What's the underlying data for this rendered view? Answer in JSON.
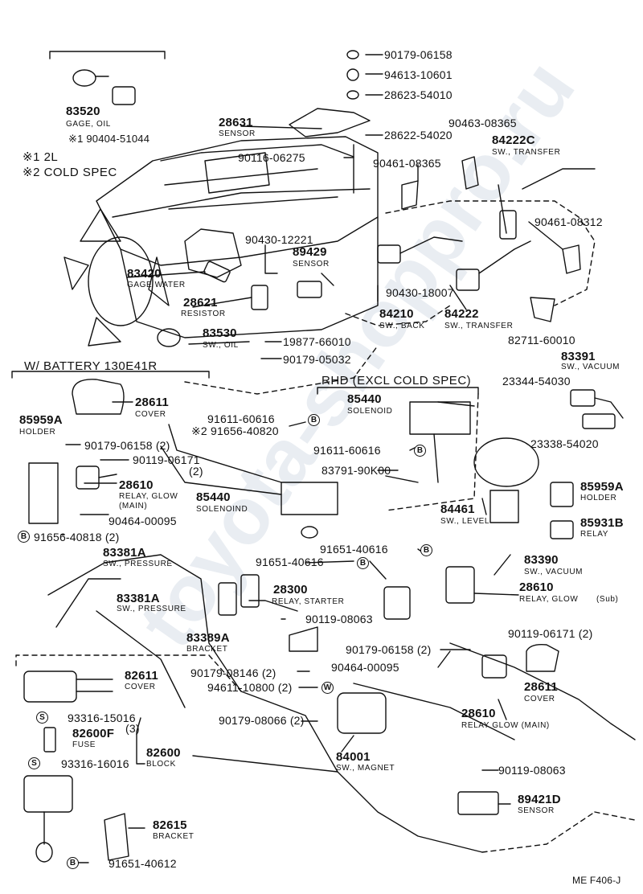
{
  "watermark": "toyota-shoppro.ru",
  "footnotes": {
    "n1": "※1 2L",
    "n2": "※2 COLD SPEC"
  },
  "sections": {
    "battery": "W/ BATTERY 130E41R",
    "rhd": "RHD (EXCL COLD SPEC)"
  },
  "ref_code": "ME  F406-J",
  "symbols": {
    "b": "B",
    "w": "W",
    "s": "S"
  },
  "parts": {
    "p83520": {
      "num": "83520",
      "name": "GAGE, OIL"
    },
    "p190404": {
      "num": "※1 90404-51044"
    },
    "p90179_06158_top": {
      "num": "90179-06158"
    },
    "p94613": {
      "num": "94613-10601"
    },
    "p28623": {
      "num": "28623-54010"
    },
    "p28631": {
      "num": "28631",
      "name": "SENSOR"
    },
    "p28622": {
      "num": "28622-54020"
    },
    "p90463": {
      "num": "90463-08365"
    },
    "p84222c": {
      "num": "84222C",
      "name": "SW., TRANSFER"
    },
    "p90116": {
      "num": "90116-06275"
    },
    "p90461_08365": {
      "num": "90461-08365"
    },
    "p90461_08312": {
      "num": "90461-08312"
    },
    "p90430_12221": {
      "num": "90430-12221"
    },
    "p89429": {
      "num": "89429",
      "name": "SENSOR"
    },
    "p83420": {
      "num": "83420",
      "name": "GAGE WATER"
    },
    "p90430_18007": {
      "num": "90430-18007"
    },
    "p28621": {
      "num": "28621",
      "name": "RESISTOR"
    },
    "p84210": {
      "num": "84210",
      "name": "SW., BACK"
    },
    "p84222": {
      "num": "84222",
      "name": "SW., TRANSFER"
    },
    "p83530": {
      "num": "83530",
      "name": "SW., OIL"
    },
    "p19877": {
      "num": "19877-66010"
    },
    "p82711": {
      "num": "82711-60010"
    },
    "p90179_05032": {
      "num": "90179-05032"
    },
    "p83391": {
      "num": "83391",
      "name": "SW., VACUUM"
    },
    "p23344": {
      "num": "23344-54030"
    },
    "p28611_top": {
      "num": "28611",
      "name": "COVER"
    },
    "p85440_top": {
      "num": "85440",
      "name": "SOLENOID"
    },
    "p85959a_left": {
      "num": "85959A",
      "name": "HOLDER"
    },
    "p91611_60616_a": {
      "num": "91611-60616"
    },
    "p91656_40820": {
      "num": "※2 91656-40820"
    },
    "p23338": {
      "num": "23338-54020"
    },
    "p90179_06158_2": {
      "num": "90179-06158 (2)"
    },
    "p91611_60616_b": {
      "num": "91611-60616"
    },
    "p90119_06171": {
      "num": "90119-06171",
      "qty": "(2)"
    },
    "p83791": {
      "num": "83791-90K00"
    },
    "p28610_main": {
      "num": "28610",
      "name": "RELAY, GLOW",
      "name2": "(MAIN)"
    },
    "p85440_left": {
      "num": "85440",
      "name": "SOLENOIND"
    },
    "p85959a_right": {
      "num": "85959A",
      "name": "HOLDER"
    },
    "p84461": {
      "num": "84461",
      "name": "SW., LEVEL"
    },
    "p90464_00095": {
      "num": "90464-00095"
    },
    "p85931b": {
      "num": "85931B",
      "name": "RELAY"
    },
    "p91656_40818": {
      "num": "91656-40818 (2)"
    },
    "p91651_40616_a": {
      "num": "91651-40616"
    },
    "p83381a_top": {
      "num": "83381A",
      "name": "SW., PRESSURE"
    },
    "p91651_40616_b": {
      "num": "91651-40616"
    },
    "p83390": {
      "num": "83390",
      "name": "SW., VACUUM"
    },
    "p28300": {
      "num": "28300",
      "name": "RELAY, STARTER"
    },
    "p28610_sub": {
      "num": "28610",
      "name": "RELAY, GLOW",
      "name2": "(Sub)"
    },
    "p83381a_left": {
      "num": "83381A",
      "name": "SW., PRESSURE"
    },
    "p90119_08063_a": {
      "num": "90119-08063"
    },
    "p83389a": {
      "num": "83389A",
      "name": "BRACKET"
    },
    "p90179_06158_mid": {
      "num": "90179-06158 (2)"
    },
    "p90119_06171_r": {
      "num": "90119-06171 (2)"
    },
    "p82611": {
      "num": "82611",
      "name": "COVER"
    },
    "p90179_08146": {
      "num": "90179-08146 (2)"
    },
    "p90464_00095_b": {
      "num": "90464-00095"
    },
    "p94611": {
      "num": "94611-10800 (2)"
    },
    "p28611_right": {
      "num": "28611",
      "name": "COVER"
    },
    "p93316_15016": {
      "num": "93316-15016",
      "qty": "(3)"
    },
    "p90179_08066": {
      "num": "90179-08066 (2)"
    },
    "p28610_rmain": {
      "num": "28610",
      "name": "RELAY GLOW (MAIN)"
    },
    "p82600f": {
      "num": "82600F",
      "name": "FUSE"
    },
    "p82600": {
      "num": "82600",
      "name": "BLOCK"
    },
    "p93316_16016": {
      "num": "93316-16016"
    },
    "p84001": {
      "num": "84001",
      "name": "SW., MAGNET"
    },
    "p90119_08063_b": {
      "num": "90119-08063"
    },
    "p89421d": {
      "num": "89421D",
      "name": "SENSOR"
    },
    "p82615": {
      "num": "82615",
      "name": "BRACKET"
    },
    "p91651_40612": {
      "num": "91651-40612"
    }
  },
  "colors": {
    "ink": "#111111",
    "paper": "#ffffff",
    "watermark": "#e9edf2"
  },
  "icons": [
    "b-circle-icon",
    "w-circle-icon",
    "s-circle-icon"
  ]
}
